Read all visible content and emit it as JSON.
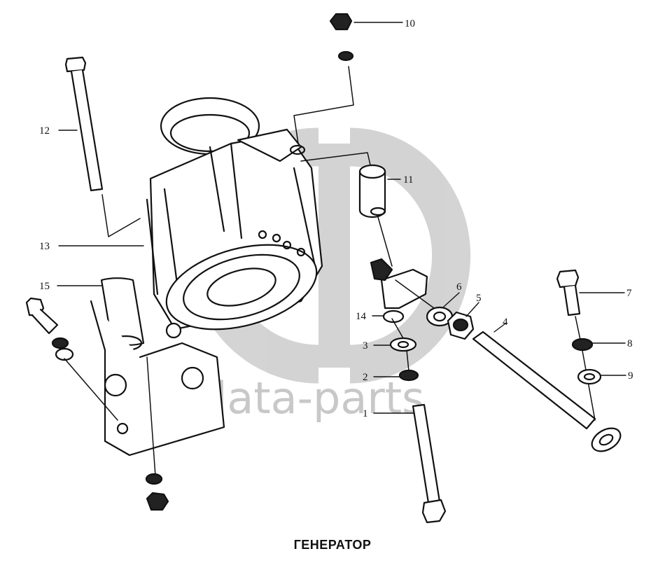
{
  "diagram": {
    "caption": "ГЕНЕРАТОР",
    "watermark": {
      "text": "data-parts",
      "color": "#c8c8c8"
    },
    "callouts": [
      {
        "id": "1",
        "label": "1"
      },
      {
        "id": "2",
        "label": "2"
      },
      {
        "id": "3",
        "label": "3"
      },
      {
        "id": "4",
        "label": "4"
      },
      {
        "id": "5",
        "label": "5"
      },
      {
        "id": "6",
        "label": "6"
      },
      {
        "id": "7",
        "label": "7"
      },
      {
        "id": "8",
        "label": "8"
      },
      {
        "id": "9",
        "label": "9"
      },
      {
        "id": "10",
        "label": "10"
      },
      {
        "id": "11",
        "label": "11"
      },
      {
        "id": "12",
        "label": "12"
      },
      {
        "id": "13",
        "label": "13"
      },
      {
        "id": "14",
        "label": "14"
      },
      {
        "id": "15",
        "label": "15"
      }
    ]
  }
}
